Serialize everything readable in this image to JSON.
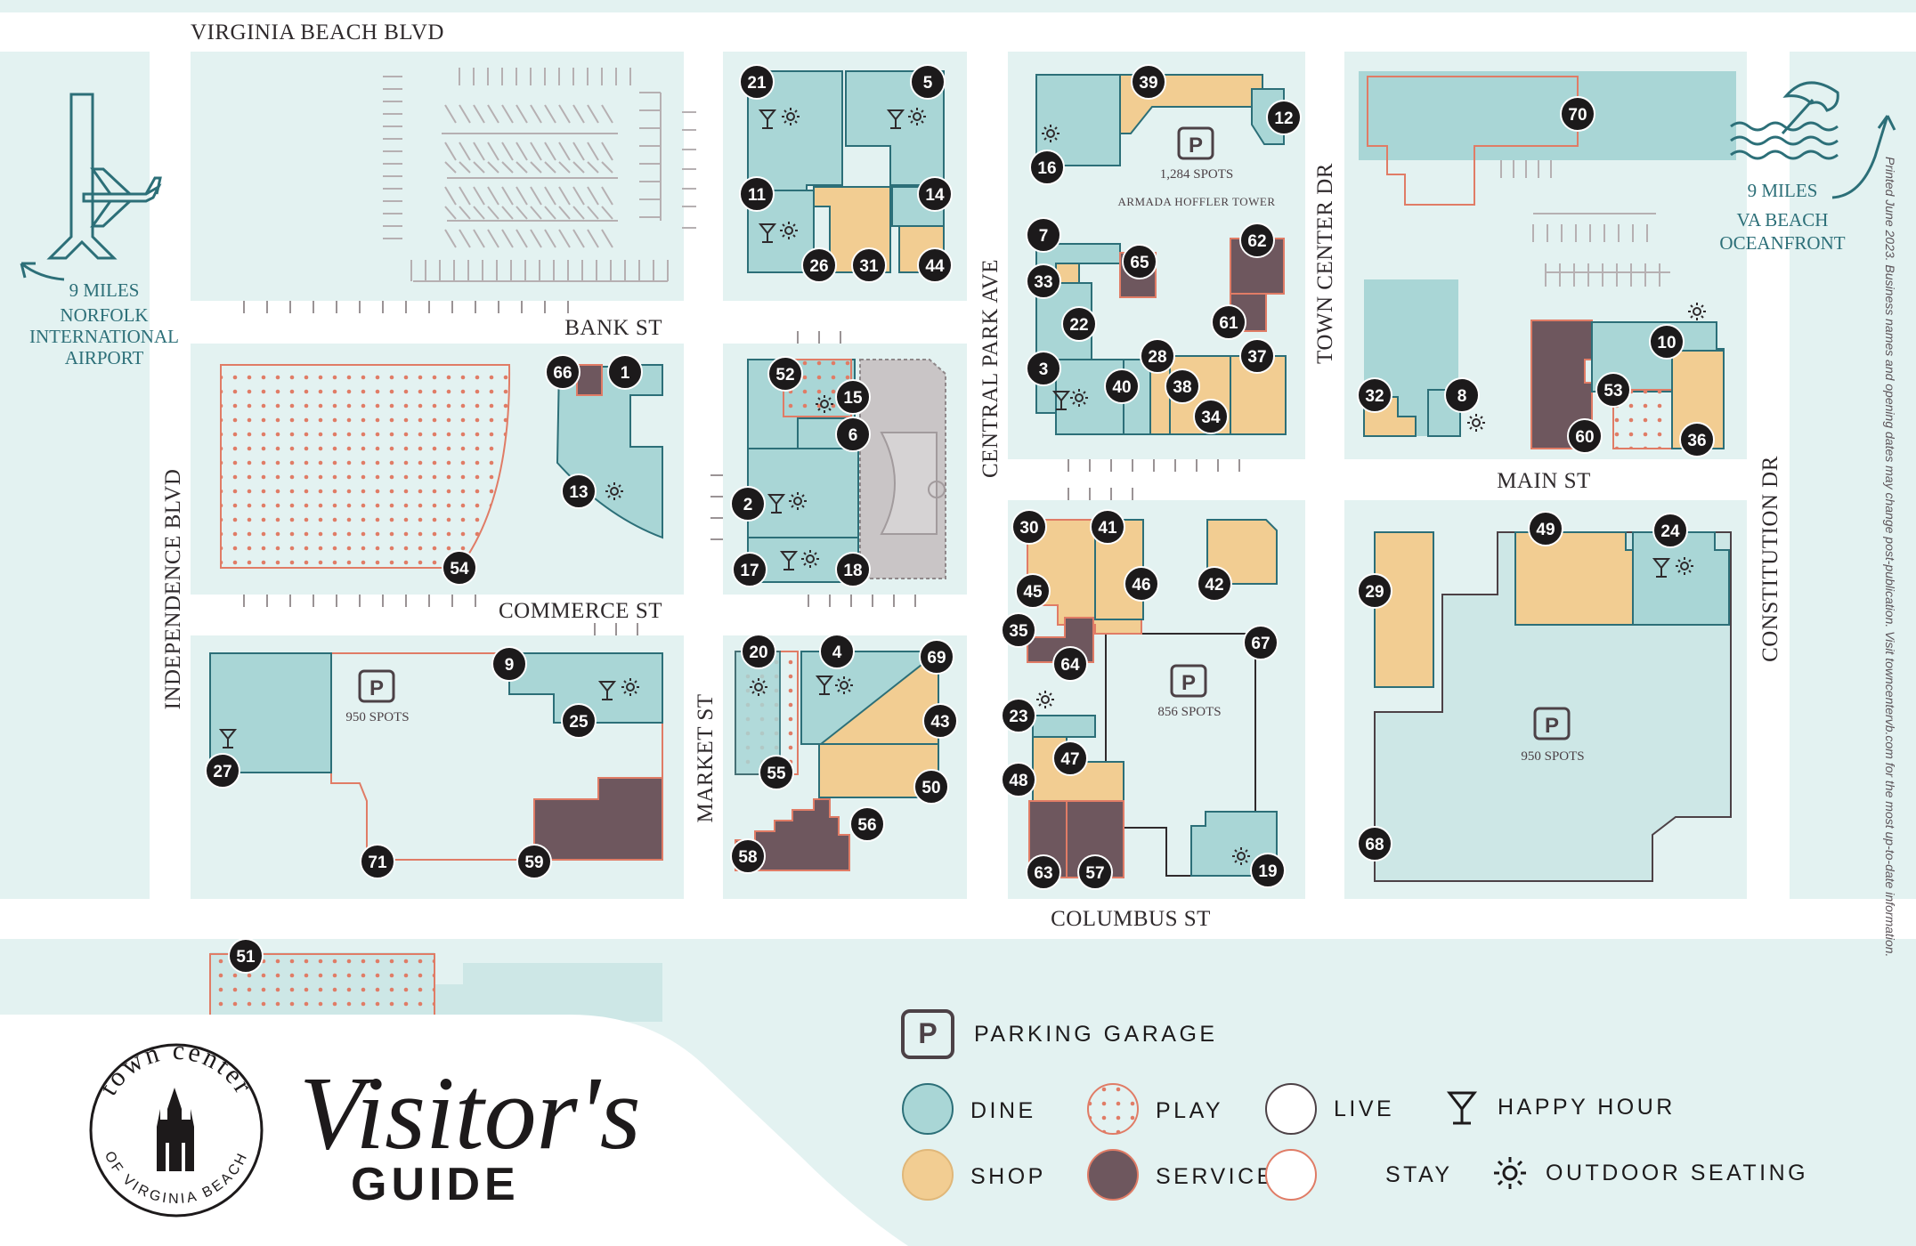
{
  "streets": {
    "virginia_beach_blvd": "VIRGINIA BEACH BLVD",
    "bank_st": "BANK ST",
    "commerce_st": "COMMERCE ST",
    "independence_blvd": "INDEPENDENCE BLVD",
    "market_st": "MARKET ST",
    "central_park_ave": "CENTRAL PARK AVE",
    "town_center_dr": "TOWN CENTER DR",
    "main_st": "MAIN ST",
    "constitution_dr": "CONSTITUTION DR",
    "columbus_st": "COLUMBUS ST"
  },
  "airport": {
    "miles": "9 MILES",
    "line1": "NORFOLK",
    "line2": "INTERNATIONAL",
    "line3": "AIRPORT"
  },
  "oceanfront": {
    "miles": "9 MILES",
    "line1": "VA BEACH",
    "line2": "OCEANFRONT"
  },
  "garages": {
    "armada": {
      "spots": "1,284 SPOTS",
      "name": "ARMADA HOFFLER TOWER"
    },
    "commerce": {
      "spots": "950 SPOTS"
    },
    "columbus": {
      "spots": "856 SPOTS"
    },
    "main": {
      "spots": "950 SPOTS"
    }
  },
  "printed_note": "Printed June 2023. Business names and opening dates may change post-publication. Visit towncentervb.com for the most up-to-date information.",
  "logo": {
    "top": "town center",
    "bottom": "OF VIRGINIA BEACH"
  },
  "title": {
    "script": "Visitor's",
    "guide": "GUIDE"
  },
  "legend": {
    "parking": "PARKING GARAGE",
    "dine": "DINE",
    "shop": "SHOP",
    "play": "PLAY",
    "services": "SERVICES",
    "live": "LIVE",
    "stay": "STAY",
    "happy_hour": "HAPPY HOUR",
    "outdoor": "OUTDOOR SEATING"
  },
  "parking_symbol": "P",
  "colors": {
    "block_bg": "#e3f2f1",
    "dine": "#a9d6d6",
    "shop": "#f2cd92",
    "services": "#6e575e",
    "play_dot": "#e07c66",
    "stay_line": "#e07c66",
    "teal_line": "#2c6f78",
    "marker": "#1c1a1b"
  },
  "markers": [
    {
      "id": "1",
      "n": "1"
    },
    {
      "id": "2",
      "n": "2"
    },
    {
      "id": "3",
      "n": "3"
    },
    {
      "id": "4",
      "n": "4"
    },
    {
      "id": "5",
      "n": "5"
    },
    {
      "id": "6",
      "n": "6"
    },
    {
      "id": "7",
      "n": "7"
    },
    {
      "id": "8",
      "n": "8"
    },
    {
      "id": "9",
      "n": "9"
    },
    {
      "id": "10",
      "n": "10"
    },
    {
      "id": "11",
      "n": "11"
    },
    {
      "id": "12",
      "n": "12"
    },
    {
      "id": "13",
      "n": "13"
    },
    {
      "id": "14",
      "n": "14"
    },
    {
      "id": "15",
      "n": "15"
    },
    {
      "id": "16",
      "n": "16"
    },
    {
      "id": "17",
      "n": "17"
    },
    {
      "id": "18",
      "n": "18"
    },
    {
      "id": "19",
      "n": "19"
    },
    {
      "id": "20",
      "n": "20"
    },
    {
      "id": "21",
      "n": "21"
    },
    {
      "id": "22",
      "n": "22"
    },
    {
      "id": "23",
      "n": "23"
    },
    {
      "id": "24",
      "n": "24"
    },
    {
      "id": "25",
      "n": "25"
    },
    {
      "id": "26",
      "n": "26"
    },
    {
      "id": "27",
      "n": "27"
    },
    {
      "id": "28",
      "n": "28"
    },
    {
      "id": "29",
      "n": "29"
    },
    {
      "id": "30",
      "n": "30"
    },
    {
      "id": "31",
      "n": "31"
    },
    {
      "id": "32",
      "n": "32"
    },
    {
      "id": "33",
      "n": "33"
    },
    {
      "id": "34",
      "n": "34"
    },
    {
      "id": "35",
      "n": "35"
    },
    {
      "id": "36",
      "n": "36"
    },
    {
      "id": "37",
      "n": "37"
    },
    {
      "id": "38",
      "n": "38"
    },
    {
      "id": "39",
      "n": "39"
    },
    {
      "id": "40",
      "n": "40"
    },
    {
      "id": "41",
      "n": "41"
    },
    {
      "id": "42",
      "n": "42"
    },
    {
      "id": "43",
      "n": "43"
    },
    {
      "id": "44",
      "n": "44"
    },
    {
      "id": "45",
      "n": "45"
    },
    {
      "id": "46",
      "n": "46"
    },
    {
      "id": "47",
      "n": "47"
    },
    {
      "id": "48",
      "n": "48"
    },
    {
      "id": "49",
      "n": "49"
    },
    {
      "id": "50",
      "n": "50"
    },
    {
      "id": "51",
      "n": "51"
    },
    {
      "id": "52",
      "n": "52"
    },
    {
      "id": "53",
      "n": "53"
    },
    {
      "id": "54",
      "n": "54"
    },
    {
      "id": "56",
      "n": "56"
    },
    {
      "id": "57",
      "n": "57"
    },
    {
      "id": "58",
      "n": "58"
    },
    {
      "id": "59",
      "n": "59"
    },
    {
      "id": "60",
      "n": "60"
    },
    {
      "id": "61",
      "n": "61"
    },
    {
      "id": "62",
      "n": "62"
    },
    {
      "id": "63",
      "n": "63"
    },
    {
      "id": "64",
      "n": "64"
    },
    {
      "id": "65",
      "n": "65"
    },
    {
      "id": "66",
      "n": "66"
    },
    {
      "id": "67",
      "n": "67"
    },
    {
      "id": "68",
      "n": "68"
    },
    {
      "id": "69",
      "n": "69"
    },
    {
      "id": "70",
      "n": "70"
    },
    {
      "id": "71",
      "n": "71"
    },
    {
      "id": "55",
      "n": "55"
    }
  ]
}
